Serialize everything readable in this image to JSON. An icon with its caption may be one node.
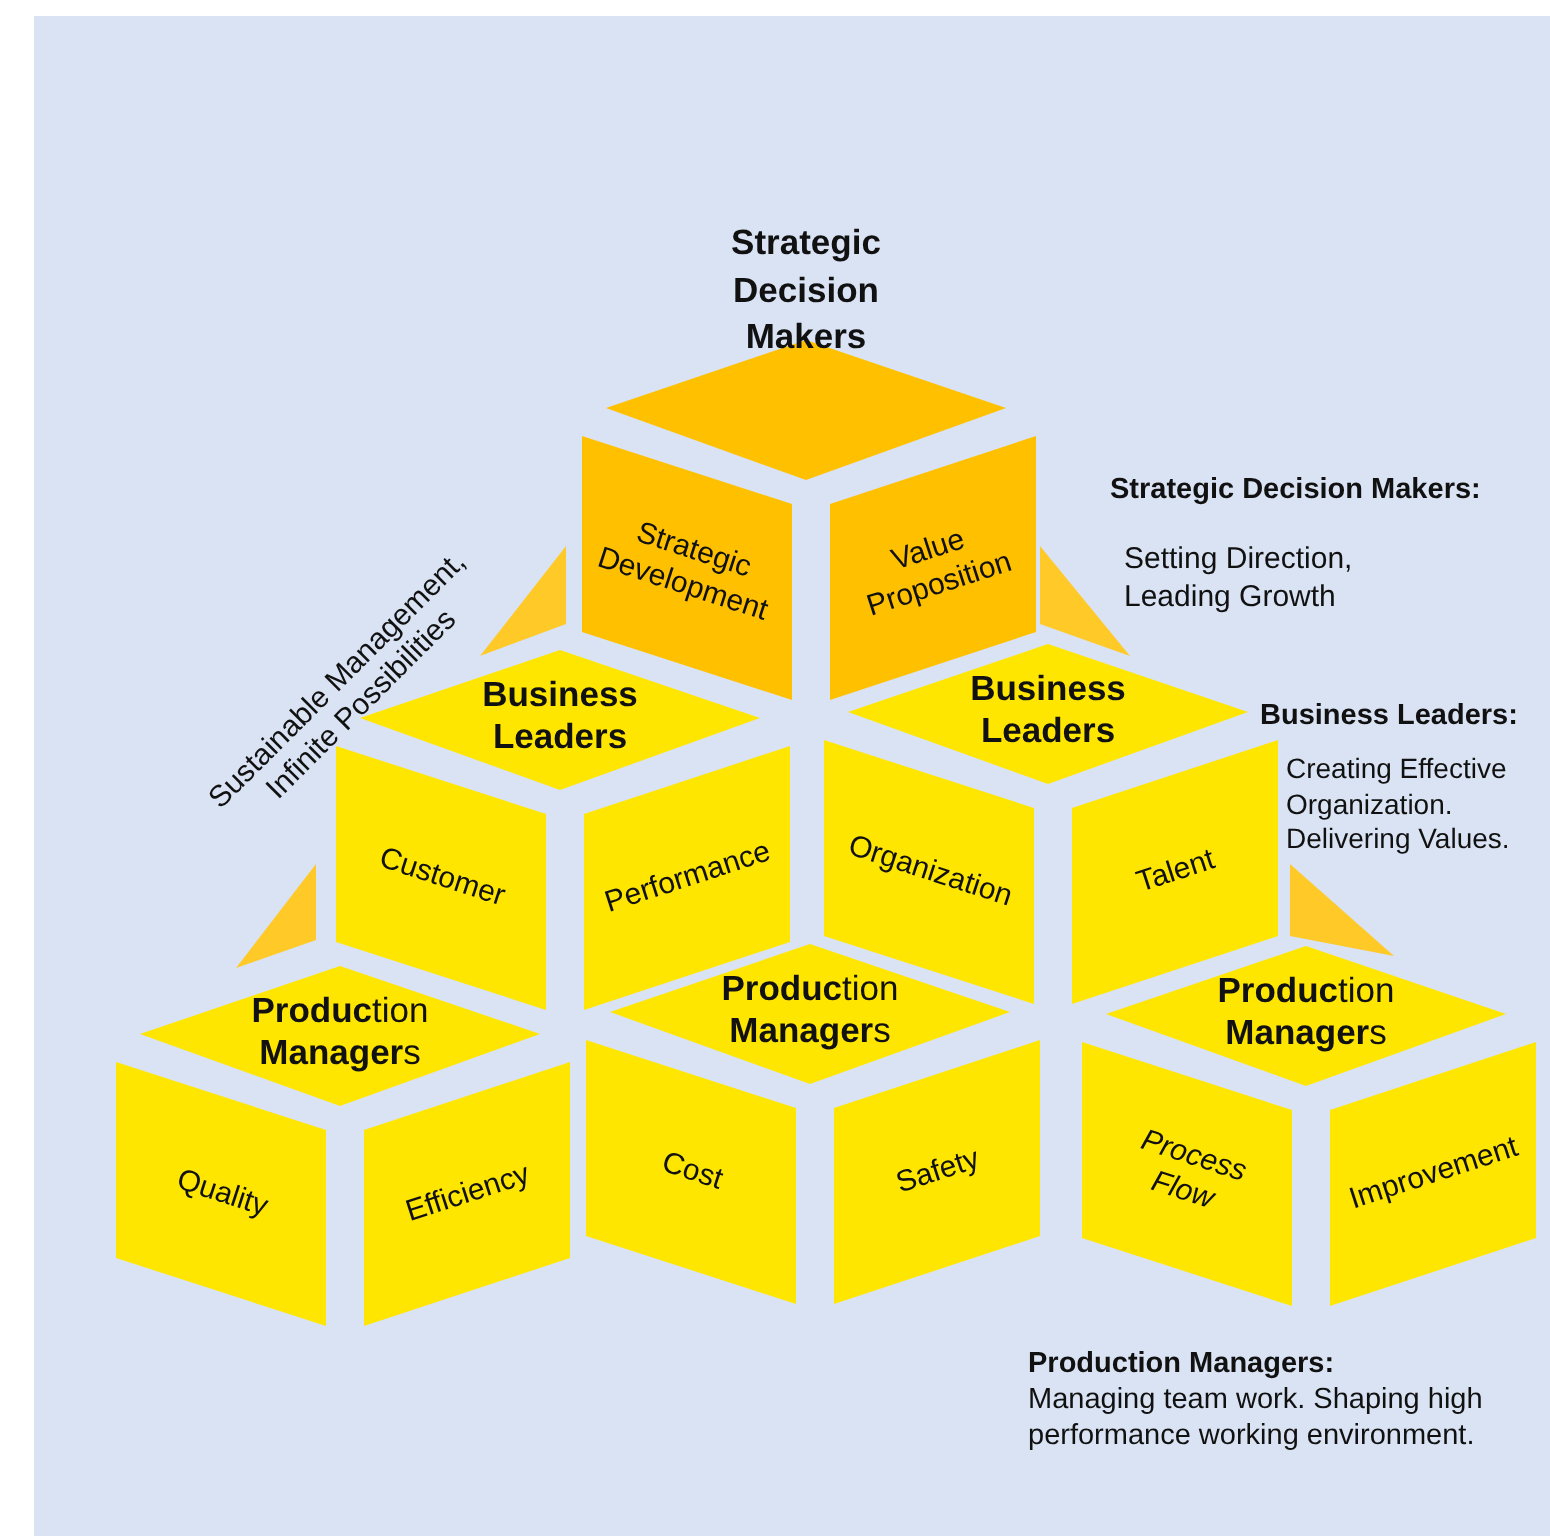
{
  "diagram": {
    "nodes": [
      {
        "text": [
          "Strategic Decision Makers"
        ]
      },
      {
        "text": [
          "Strategic Development"
        ]
      },
      {
        "text": [
          "Value Proposition"
        ]
      },
      {
        "text": [
          "Business Leaders"
        ]
      },
      {
        "text": [
          "Business Leaders"
        ]
      },
      {
        "text": [
          "Customer"
        ]
      },
      {
        "text": [
          "Performance"
        ]
      },
      {
        "text": [
          "Organization"
        ]
      },
      {
        "text": [
          "Talent"
        ]
      },
      {
        "text": [
          "**Produc**tion **Manager**s"
        ]
      },
      {
        "text": [
          "**Produc**tion **Manager**s"
        ]
      },
      {
        "text": [
          "**Produc**tion **Manager**s"
        ]
      },
      {
        "text": [
          "Quality"
        ]
      },
      {
        "text": [
          "Efficiency"
        ]
      },
      {
        "text": [
          "Cost"
        ]
      },
      {
        "text": [
          "Safety"
        ]
      },
      {
        "text": [
          "Process Flow"
        ]
      },
      {
        "text": [
          "Improvement"
        ]
      }
    ],
    "labels": [
      "Strategic Decision Makers:",
      "Setting Direction, Leading Growth",
      "Business Leaders:",
      "Creating Effective Organization. Delivering Values.",
      "Sustainable Management, Infinite Possibilities",
      "Production Managers:",
      "Managing team work. Shaping high performance working environment."
    ]
  }
}
